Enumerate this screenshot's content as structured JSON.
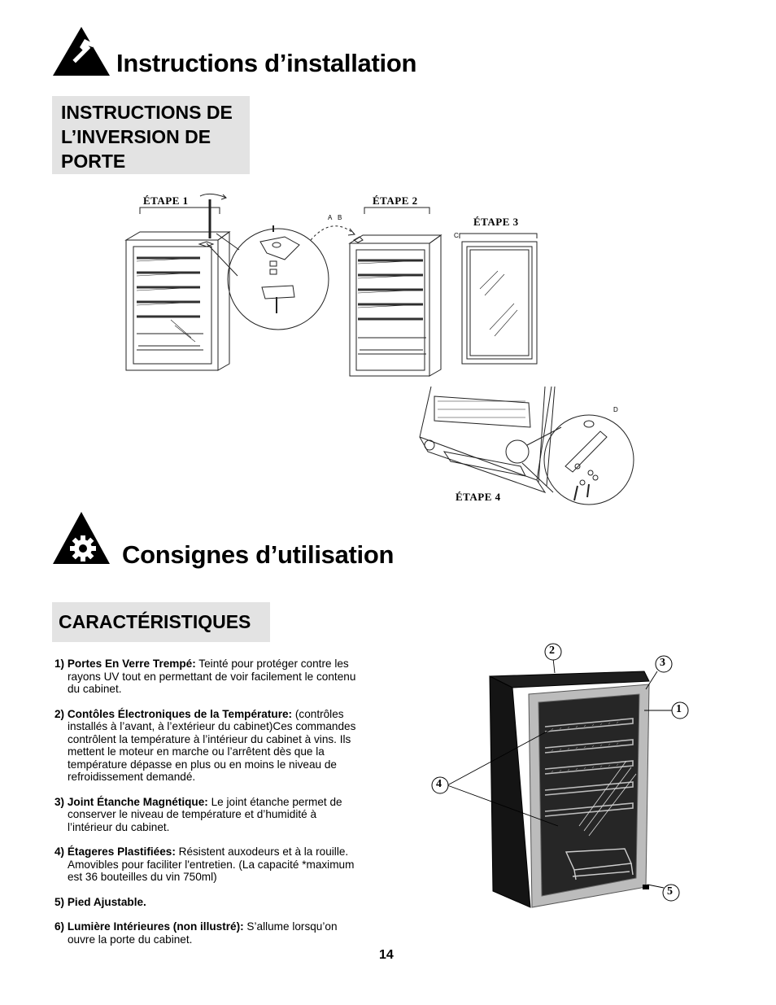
{
  "section1": {
    "title": "Instructions d’installation",
    "icon": "hammer-warning-icon"
  },
  "door_box": {
    "line1": "INSTRUCTIONS DE",
    "line2": "L’INVERSION DE",
    "line3": "PORTE"
  },
  "figure1": {
    "step1": "ÉTAPE 1",
    "step2": "ÉTAPE 2",
    "step3": "ÉTAPE 3",
    "step4": "ÉTAPE 4",
    "letter_a": "A",
    "letter_b": "B",
    "letter_c": "C",
    "letter_d": "D"
  },
  "section2": {
    "title": "Consignes d’utilisation",
    "icon": "gear-warning-icon"
  },
  "features_box": {
    "title": "CARACTÉRISTIQUES"
  },
  "features": [
    {
      "title": "1) Portes En Verre Trempé:",
      "first": " Teinté pour protéger contre les",
      "rest": [
        "rayons UV tout en permettant de voir facilement le contenu",
        "du cabinet."
      ]
    },
    {
      "title": "2) Contôles Électroniques de la Température:",
      "first": " (contrôles",
      "rest": [
        "installés à l’avant, à l’extérieur du cabinet)Ces commandes",
        "contrôlent la température à l’intérieur du cabinet à vins.  Ils",
        "mettent le moteur en marche ou l’arrêtent dès que la",
        "température dépasse en plus ou en moins le niveau de",
        "refroidissement demandé."
      ]
    },
    {
      "title": "3) Joint Étanche Magnétique:",
      "first": " Le joint étanche permet de",
      "rest": [
        "conserver le niveau de température et d’humidité à",
        "l’intérieur du cabinet."
      ]
    },
    {
      "title": "4) Étageres Plastifiées:",
      "first": "  Résistent auxodeurs et à la rouille.",
      "rest": [
        "Amovibles pour faciliter l'entretien.  (La capacité *maximum",
        "est 36 bouteilles du vin 750ml)"
      ]
    },
    {
      "title": "5) Pied Ajustable.",
      "first": "",
      "rest": []
    },
    {
      "title": "6) Lumière Intérieures (non illustré):",
      "first": " S’allume lorsqu’on",
      "rest": [
        "ouvre la porte du cabinet."
      ]
    }
  ],
  "figure2": {
    "callouts": [
      "2",
      "3",
      "1",
      "4",
      "5"
    ]
  },
  "page_number": "14"
}
